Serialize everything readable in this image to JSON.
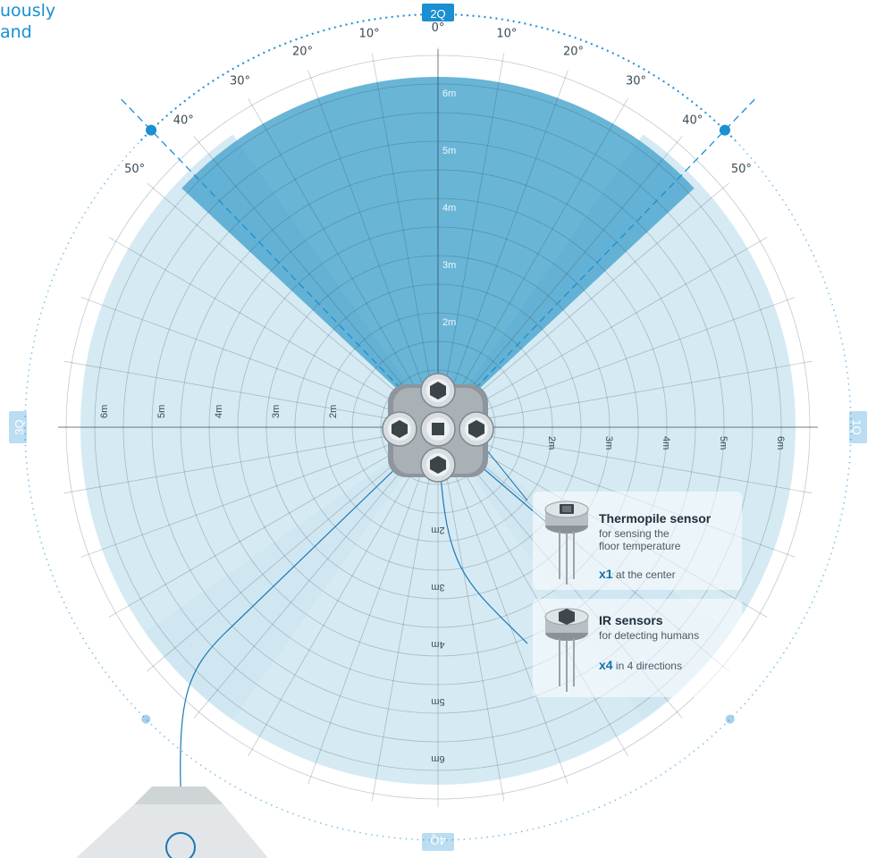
{
  "caption": {
    "line1": "uously",
    "line2": "and"
  },
  "quadrants": {
    "top": "2Q",
    "right": "1Q",
    "bottom": "4Q",
    "left": "3Q"
  },
  "angle_labels": [
    "0°",
    "10°",
    "20°",
    "30°",
    "40°",
    "50°"
  ],
  "range_labels": [
    "2m",
    "3m",
    "4m",
    "5m",
    "6m"
  ],
  "thermopile": {
    "title": "Thermopile sensor",
    "description": "for sensing the floor temperature",
    "description_lines": [
      "for sensing the",
      "floor temperature"
    ],
    "count": "x1",
    "count_note": "at the center"
  },
  "ir": {
    "title": "IR sensors",
    "description": "for detecting humans",
    "count": "x4",
    "count_note": "in 4 directions"
  },
  "colors": {
    "accent": "#1a8fd1",
    "dark_zone": "#4fa8cf",
    "light_zone": "#cfe6f1",
    "grid": "#2c3e50",
    "quadrant_badge": "#1a8fd1"
  }
}
